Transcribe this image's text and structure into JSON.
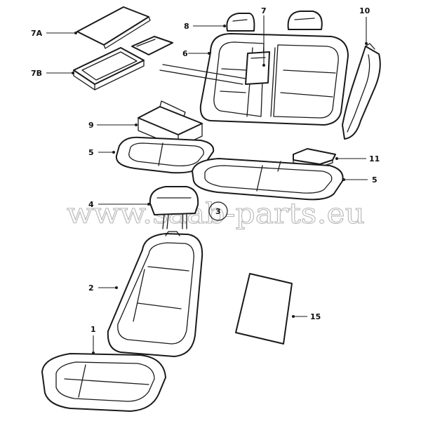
{
  "colors": {
    "line": "#1a1a1a",
    "watermark": "#b5b5b5",
    "background": "#ffffff"
  },
  "watermark": "www.saab-parts.eu",
  "callouts": {
    "p1": "1",
    "p2": "2",
    "p3": "3",
    "p4": "4",
    "p5a": "5",
    "p5b": "5",
    "p6": "6",
    "p7": "7",
    "p7a": "7A",
    "p7b": "7B",
    "p8": "8",
    "p9": "9",
    "p10": "10",
    "p11": "11",
    "p15": "15"
  }
}
